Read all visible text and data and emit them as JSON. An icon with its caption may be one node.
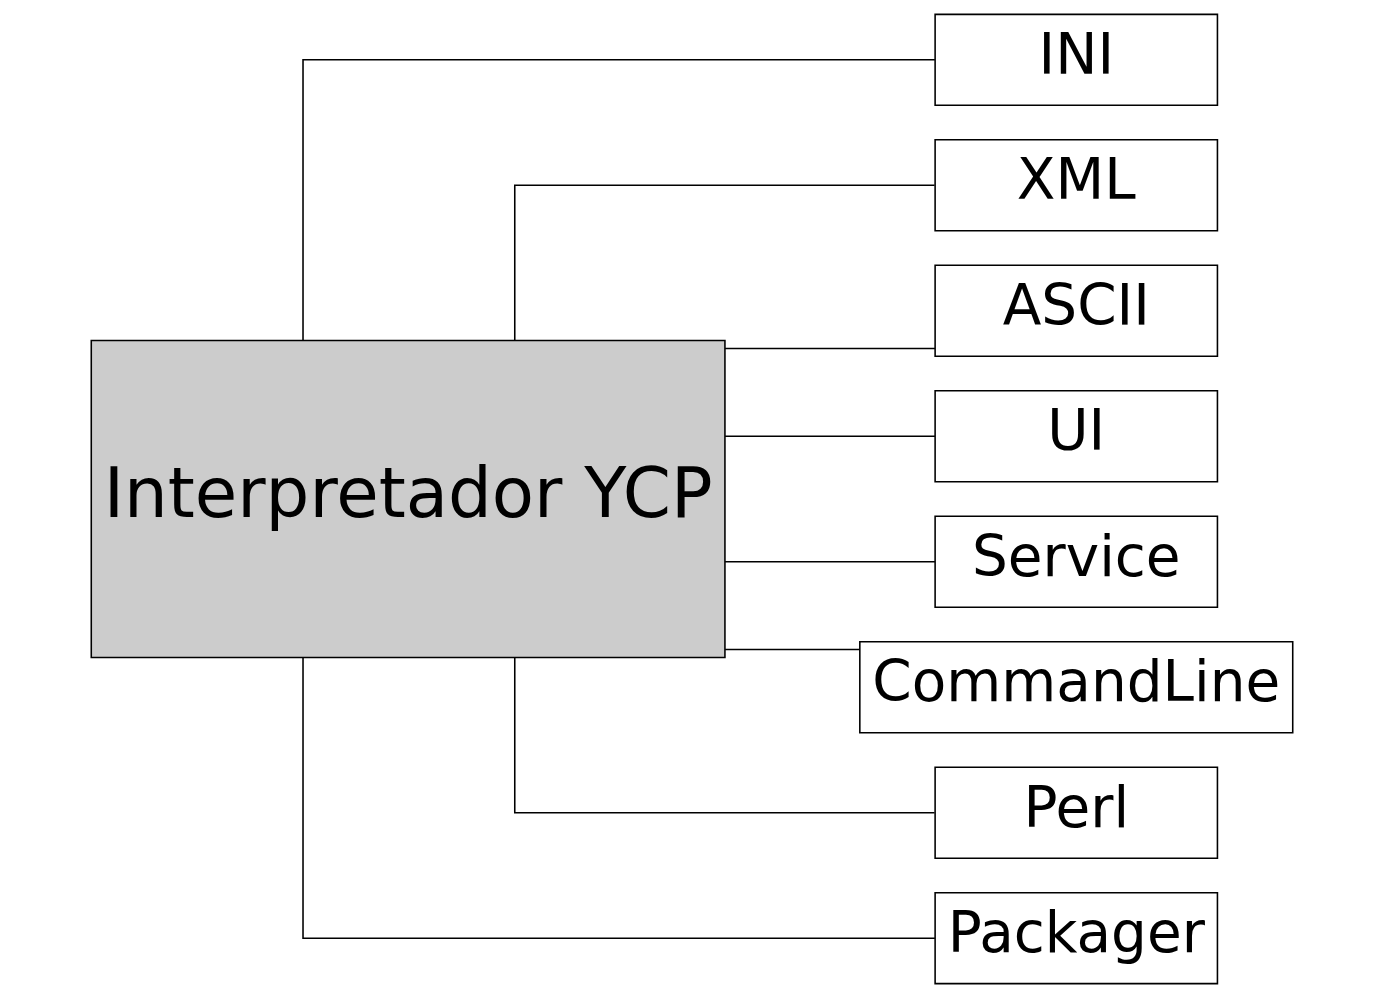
{
  "diagram": {
    "nodes": [
      {
        "text": [
          "Interpretador YCP"
        ]
      },
      {
        "text": [
          "INI"
        ]
      },
      {
        "text": [
          "XML"
        ]
      },
      {
        "text": [
          "ASCII"
        ]
      },
      {
        "text": [
          "UI"
        ]
      },
      {
        "text": [
          "Service"
        ]
      },
      {
        "text": [
          "CommandLine"
        ]
      },
      {
        "text": [
          "Perl"
        ]
      },
      {
        "text": [
          "Packager"
        ]
      }
    ],
    "edges": [
      {
        "from": 0,
        "to": 1,
        "arrow": "none"
      },
      {
        "from": 0,
        "to": 2,
        "arrow": "none"
      },
      {
        "from": 0,
        "to": 3,
        "arrow": "none"
      },
      {
        "from": 0,
        "to": 4,
        "arrow": "none"
      },
      {
        "from": 0,
        "to": 5,
        "arrow": "none"
      },
      {
        "from": 0,
        "to": 6,
        "arrow": "none"
      },
      {
        "from": 0,
        "to": 7,
        "arrow": "none"
      },
      {
        "from": 0,
        "to": 8,
        "arrow": "none"
      }
    ]
  }
}
